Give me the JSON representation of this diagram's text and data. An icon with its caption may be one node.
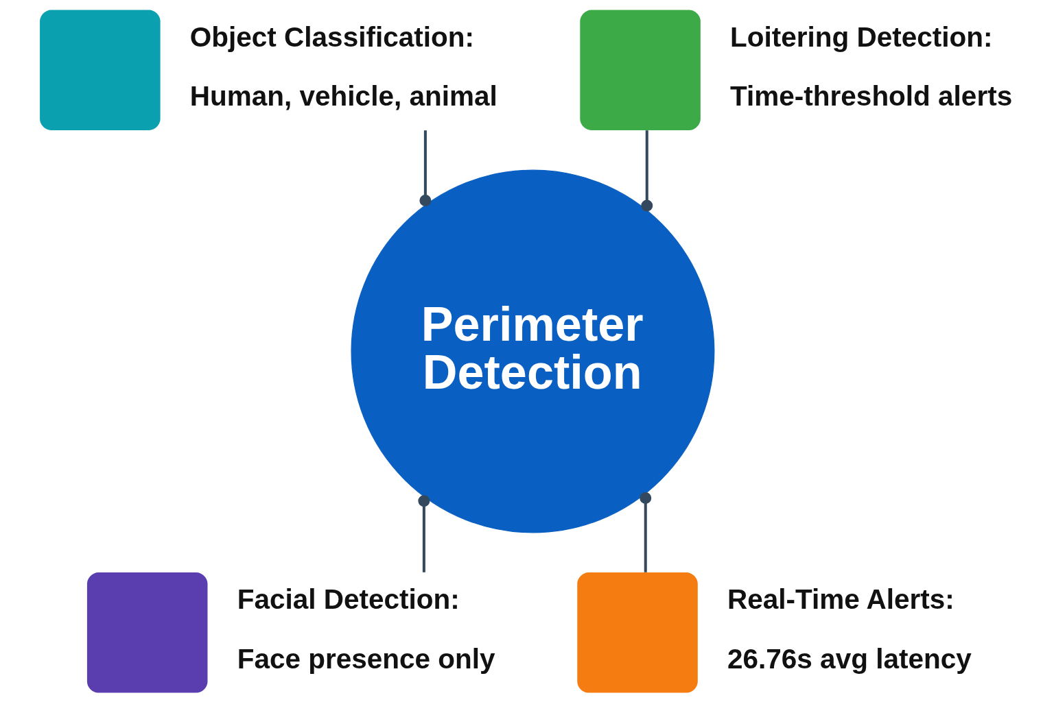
{
  "diagram": {
    "nodes": [
      {
        "text": [],
        "shape": "box",
        "beside": [
          "Object Classification:",
          "Human, vehicle, animal"
        ]
      },
      {
        "text": [],
        "shape": "box",
        "beside": [
          "Loitering Detection:",
          "Time-threshold alerts"
        ]
      },
      {
        "text": [
          "Perimeter Detection"
        ]
      },
      {
        "text": [],
        "shape": "box",
        "beside": [
          "Facial Detection:",
          "Face presence only"
        ]
      },
      {
        "text": [],
        "shape": "box",
        "beside": [
          "Real-Time Alerts:",
          "26.76s avg latency"
        ]
      }
    ],
    "edges": [
      {
        "from": 0,
        "to": 2,
        "arrow": "other"
      },
      {
        "from": 1,
        "to": 2,
        "arrow": "other"
      },
      {
        "from": 3,
        "to": 2,
        "arrow": "other"
      },
      {
        "from": 4,
        "to": 2,
        "arrow": "other"
      }
    ]
  }
}
